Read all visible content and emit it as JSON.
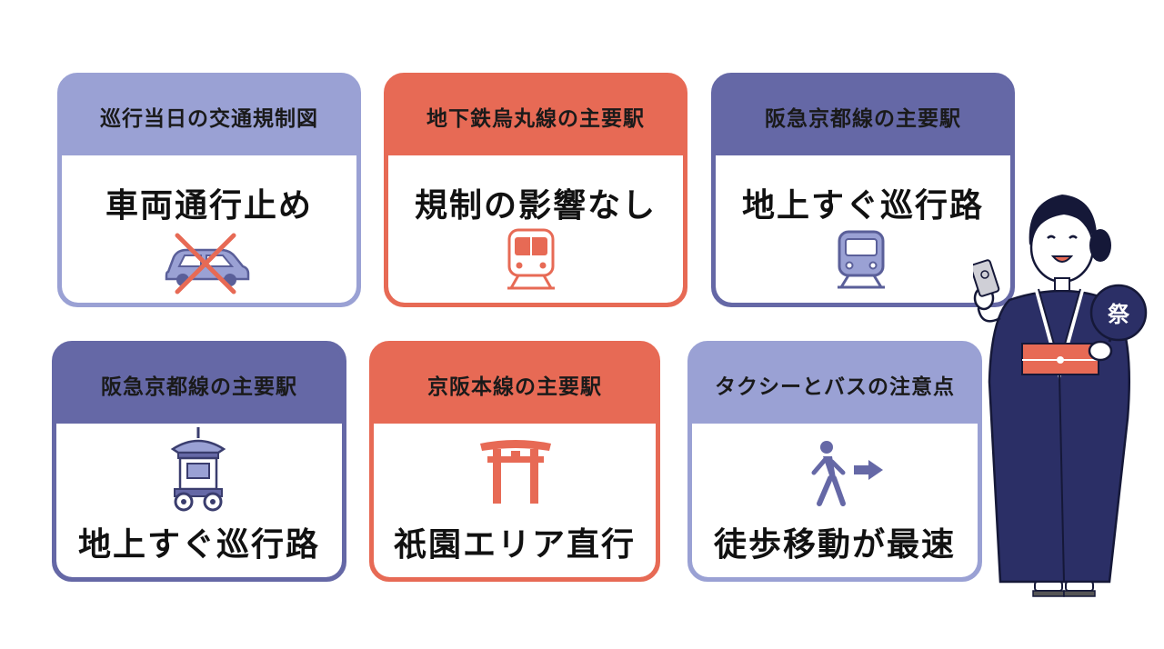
{
  "cards": [
    {
      "header": "巡行当日の交通規制図",
      "text": "車両通行止め",
      "icon": "car-crossed-icon",
      "theme": "light"
    },
    {
      "header": "地下鉄烏丸線の主要駅",
      "text": "規制の影響なし",
      "icon": "subway-train-icon",
      "theme": "red"
    },
    {
      "header": "阪急京都線の主要駅",
      "text": "地上すぐ巡行路",
      "icon": "train-front-icon",
      "theme": "dark"
    },
    {
      "header": "阪急京都線の主要駅",
      "text": "地上すぐ巡行路",
      "icon": "festival-float-icon",
      "theme": "dark"
    },
    {
      "header": "京阪本線の主要駅",
      "text": "祇園エリア直行",
      "icon": "torii-gate-icon",
      "theme": "red"
    },
    {
      "header": "タクシーとバスの注意点",
      "text": "徒歩移動が最速",
      "icon": "walking-person-arrow-icon",
      "theme": "light"
    }
  ],
  "character": {
    "fan_text": "祭",
    "icon": "woman-in-yukata-illustration"
  },
  "colors": {
    "light": "#9aa1d4",
    "red": "#e76a55",
    "dark": "#6568a6",
    "navy": "#2b2f66"
  }
}
